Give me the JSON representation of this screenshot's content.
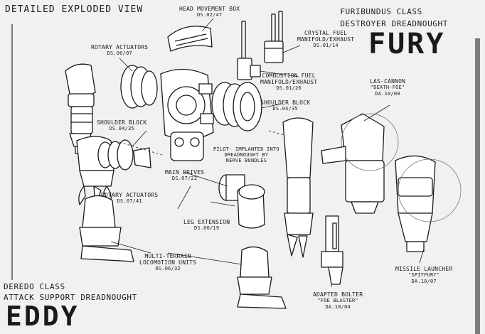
{
  "header_left": "DETAILED EXPLODED VIEW",
  "fury": {
    "class_line1": "FURIBUNDUS CLASS",
    "class_line2": "DESTROYER DREADNOUGHT",
    "name": "FURY"
  },
  "eddy": {
    "class_line1": "DEREDO CLASS",
    "class_line2": "ATTACK SUPPORT DREADNOUGHT",
    "name": "EDDY"
  },
  "parts": {
    "head_box": {
      "name": "HEAD MOVEMENT BOX",
      "code": "DS.02/47"
    },
    "rotary_top": {
      "name": "ROTARY ACTUATORS",
      "code": "DS.06/07"
    },
    "crystal": {
      "line1": "CRYSTAL FUEL",
      "line2": "MANIFOLD/EXHAUST",
      "code": "DS.01/14"
    },
    "combustion": {
      "line1": "COMBUSTION FUEL",
      "line2": "MANIFOLD/EXHAUST",
      "code": "DS.01/26"
    },
    "shoulder_left": {
      "name": "SHOULDER BLOCK",
      "code": "DS.04/35"
    },
    "shoulder_right": {
      "name": "SHOULDER BLOCK",
      "code": "DS.04/35"
    },
    "lascannon": {
      "name": "LAS-CANNON",
      "nick": "\"DEATH-FOE\"",
      "code": "DA.10/08"
    },
    "pilot": {
      "line1": "PILOT- IMPLANTED INTO",
      "line2": "DREADNOUGHT BY",
      "line3": "NERVE BUNDLES"
    },
    "main_drives": {
      "name": "MAIN DRIVES",
      "code": "DS.07/22"
    },
    "rotary_bottom": {
      "name": "ROTARY ACTUATORS",
      "code": "DS.07/41"
    },
    "leg_ext": {
      "name": "LEG EXTENSION",
      "code": "DS.06/19"
    },
    "multi_terrain": {
      "line1": "MULTI-TERRAIN",
      "line2": "LOCOMOTION UNITS",
      "code": "DS.06/32"
    },
    "missile": {
      "name": "MISSILE LAUNCHER",
      "nick": "\"SPITFURY\"",
      "code": "DA.10/07"
    },
    "bolter": {
      "name": "ADAPTED BOLTER",
      "nick": "\"FOE BLASTER\"",
      "code": "DA.10/04"
    }
  }
}
